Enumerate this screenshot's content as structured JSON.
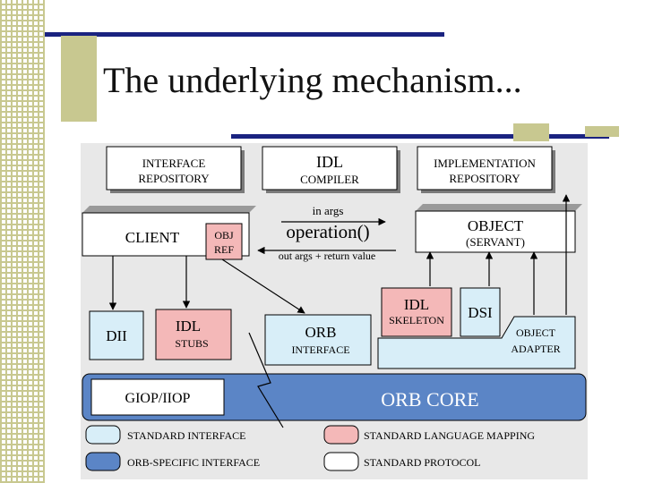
{
  "slide": {
    "title": "The underlying mechanism..."
  },
  "colors": {
    "accent_bar": "#1a2380",
    "side_block": "#c8c890",
    "orb_core": "#5b85c6",
    "standard_interface": "#d8eef8",
    "language_mapping": "#f4b8b8",
    "background": "#ffffff"
  },
  "diagram": {
    "interface_repository": [
      "INTERFACE",
      "REPOSITORY"
    ],
    "idl_compiler": [
      "IDL",
      "COMPILER"
    ],
    "implementation_repository": [
      "IMPLEMENTATION",
      "REPOSITORY"
    ],
    "client": "CLIENT",
    "obj_ref": [
      "OBJ",
      "REF"
    ],
    "in_args": "in args",
    "operation": "operation()",
    "out_args": "out args + return value",
    "object": "OBJECT",
    "servant": "(SERVANT)",
    "idl_skeleton": [
      "IDL",
      "SKELETON"
    ],
    "dsi": "DSI",
    "dii": "DII",
    "idl_stubs": [
      "IDL",
      "STUBS"
    ],
    "orb_interface": [
      "ORB",
      "INTERFACE"
    ],
    "object_adapter": [
      "OBJECT",
      "ADAPTER"
    ],
    "giop_iiop": "GIOP/IIOP",
    "orb_core": "ORB CORE",
    "legend": [
      {
        "label": "STANDARD INTERFACE",
        "swatch": "standard-interface"
      },
      {
        "label": "STANDARD LANGUAGE MAPPING",
        "swatch": "language-mapping"
      },
      {
        "label": "ORB-SPECIFIC INTERFACE",
        "swatch": "orb-specific"
      },
      {
        "label": "STANDARD PROTOCOL",
        "swatch": "standard-protocol"
      }
    ]
  }
}
